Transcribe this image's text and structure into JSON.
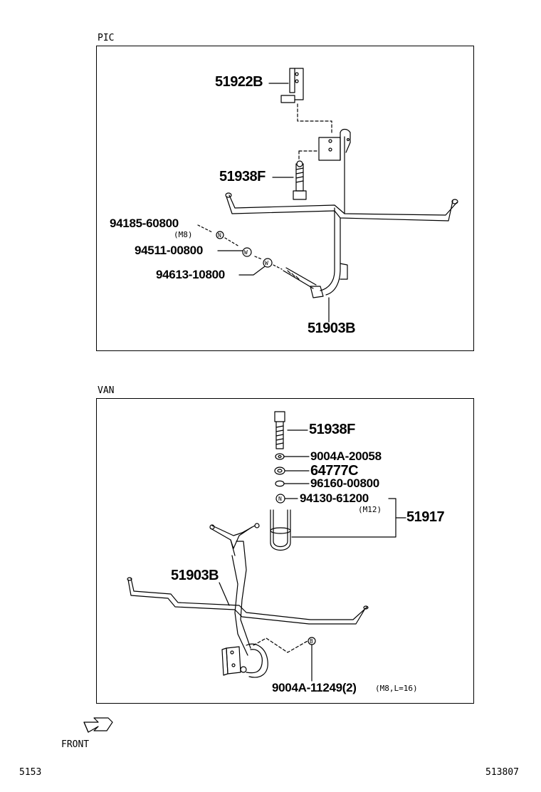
{
  "pic": {
    "label": "PIC",
    "parts": {
      "bracket": "51922B",
      "bolt": "51938F",
      "nut": "94185-60800",
      "nut_spec": "(M8)",
      "washer1": "94511-00800",
      "washer2": "94613-10800",
      "carrier": "51903B"
    }
  },
  "van": {
    "label": "VAN",
    "parts": {
      "bolt": "51938F",
      "washer": "9004A-20058",
      "seat": "64777C",
      "lockwasher": "96160-00800",
      "nut": "94130-61200",
      "nut_spec": "(M12)",
      "assy": "51917",
      "carrier": "51903B",
      "bolt2": "9004A-11249(2)",
      "bolt2_spec": "(M8,L=16)"
    }
  },
  "footer": {
    "direction": "FRONT",
    "left_code": "5153",
    "right_code": "513807"
  },
  "colors": {
    "line": "#000000",
    "background": "#ffffff"
  },
  "icons": {
    "front_arrow": "front-arrow-icon"
  }
}
